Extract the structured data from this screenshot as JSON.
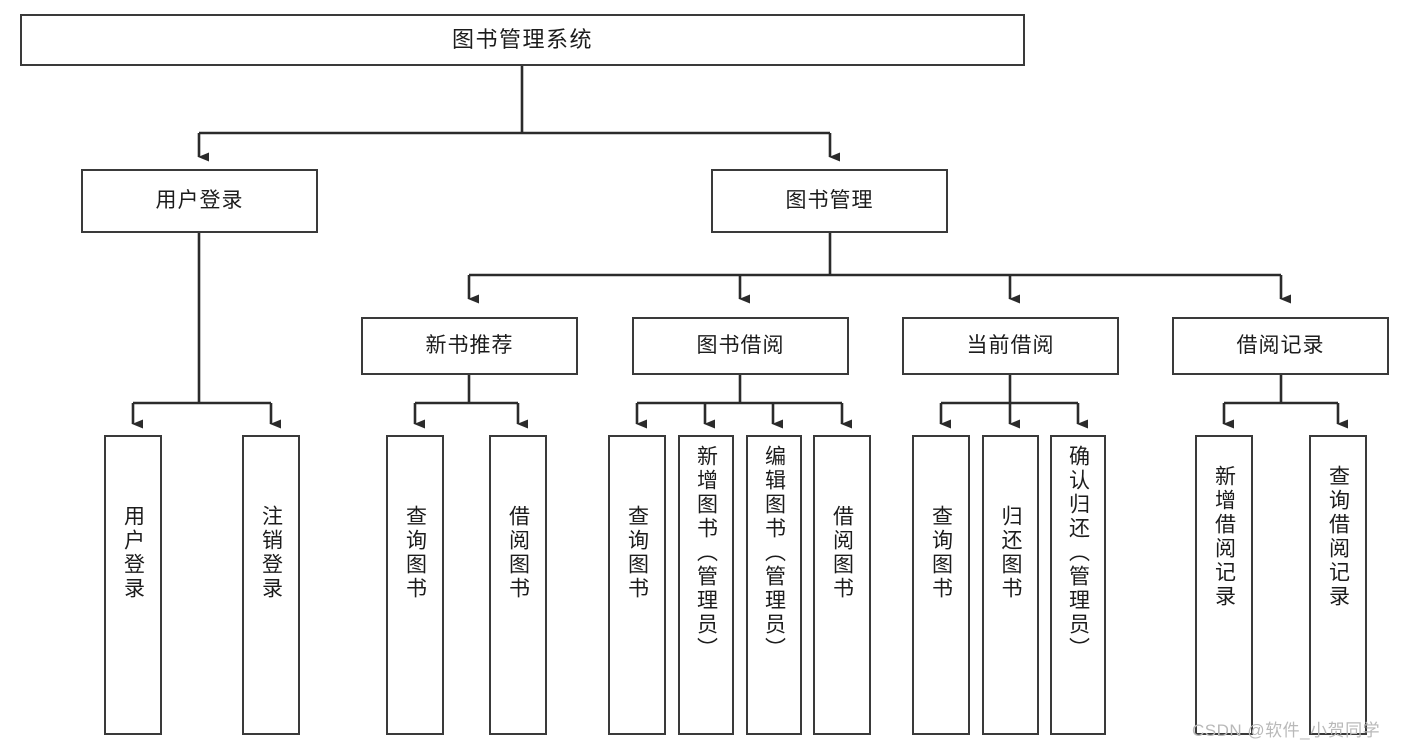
{
  "diagram": {
    "type": "hierarchy-tree",
    "title": "图书管理系统",
    "watermark": "CSDN @软件_小贺同学",
    "colors": {
      "box_border": "#3a3a3a",
      "box_fill": "#ffffff",
      "connector": "#2b2b2b",
      "text": "#1c1c1c",
      "watermark": "#b9b9b9",
      "background": "#ffffff"
    },
    "levels": {
      "root": {
        "label": "图书管理系统"
      },
      "level2": [
        {
          "label": "用户登录"
        },
        {
          "label": "图书管理"
        }
      ],
      "level3": [
        {
          "label": "新书推荐"
        },
        {
          "label": "图书借阅"
        },
        {
          "label": "当前借阅"
        },
        {
          "label": "借阅记录"
        }
      ],
      "leaves": {
        "user_login": [
          {
            "label": "用户登录"
          },
          {
            "label": "注销登录"
          }
        ],
        "new_book_recommend": [
          {
            "label": "查询图书"
          },
          {
            "label": "借阅图书"
          }
        ],
        "book_borrow": [
          {
            "label": "查询图书"
          },
          {
            "label": "新增图书（管理员）"
          },
          {
            "label": "编辑图书（管理员）"
          },
          {
            "label": "借阅图书"
          }
        ],
        "current_borrow": [
          {
            "label": "查询图书"
          },
          {
            "label": "归还图书"
          },
          {
            "label": "确认归还（管理员）"
          }
        ],
        "borrow_record": [
          {
            "label": "新增借阅记录"
          },
          {
            "label": "查询借阅记录"
          }
        ]
      }
    }
  }
}
